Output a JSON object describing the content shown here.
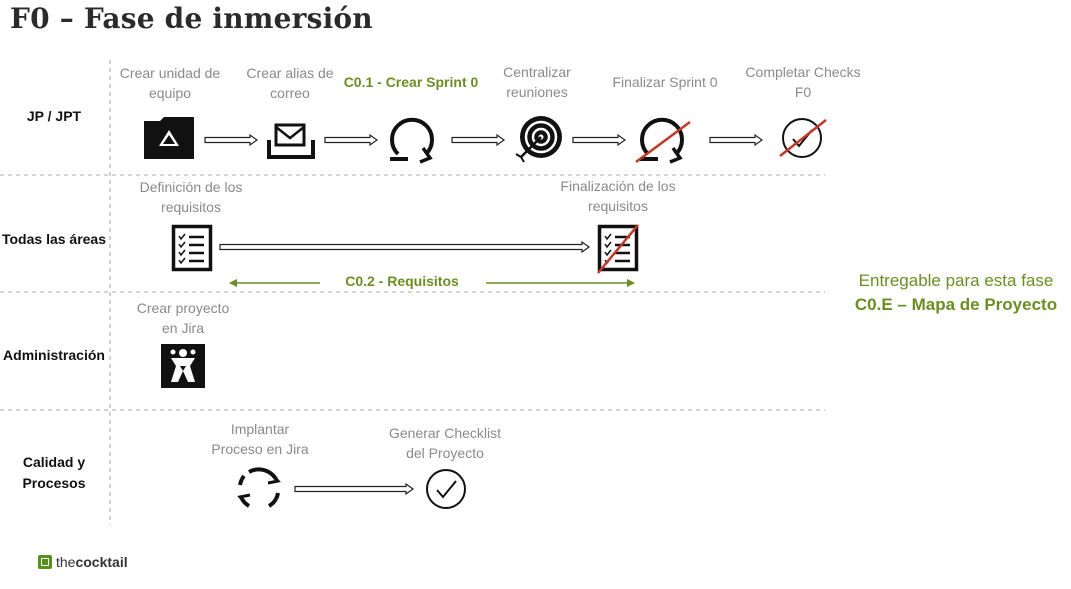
{
  "title": "F0 – Fase de inmersión",
  "lanes": [
    {
      "label_line1": "JP / JPT",
      "label_line2": ""
    },
    {
      "label_line1": "Todas las áreas",
      "label_line2": ""
    },
    {
      "label_line1": "Administración",
      "label_line2": ""
    },
    {
      "label_line1": "Calidad y",
      "label_line2": "Procesos"
    }
  ],
  "steps": {
    "crear_unidad": {
      "line1": "Crear unidad de",
      "line2": "equipo"
    },
    "crear_alias": {
      "line1": "Crear alias de",
      "line2": "correo"
    },
    "crear_sprint": {
      "line1": "C0.1 - Crear Sprint 0"
    },
    "centralizar": {
      "line1": "Centralizar",
      "line2": "reuniones"
    },
    "finalizar_sprint": {
      "line1": "Finalizar Sprint 0"
    },
    "completar_checks": {
      "line1": "Completar Checks",
      "line2": "F0"
    },
    "definicion_req": {
      "line1": "Definición de los",
      "line2": "requisitos"
    },
    "finalizacion_req": {
      "line1": "Finalización de los",
      "line2": "requisitos"
    },
    "crear_proyecto": {
      "line1": "Crear proyecto",
      "line2": "en Jira"
    },
    "implantar": {
      "line1": "Implantar",
      "line2": "Proceso en Jira"
    },
    "generar_checklist": {
      "line1": "Generar Checklist",
      "line2": "del Proyecto"
    }
  },
  "requisitos_label": "C0.2 - Requisitos",
  "deliverable": {
    "line1": "Entregable para esta fase",
    "line2": "C0.E – Mapa de Proyecto"
  },
  "logo": {
    "part1": "the",
    "part2": "cocktail"
  },
  "colors": {
    "accent_green": "#6b8e23",
    "cross_red": "#c0392b",
    "text_gray": "#8a8a8a"
  },
  "icons": [
    "drive-folder-icon",
    "mail-inbox-icon",
    "sprint-cycle-icon",
    "target-icon",
    "sprint-cycle-crossed-icon",
    "check-circle-crossed-icon",
    "checklist-icon",
    "checklist-crossed-icon",
    "jira-icon",
    "refresh-cycle-icon",
    "check-circle-icon"
  ]
}
